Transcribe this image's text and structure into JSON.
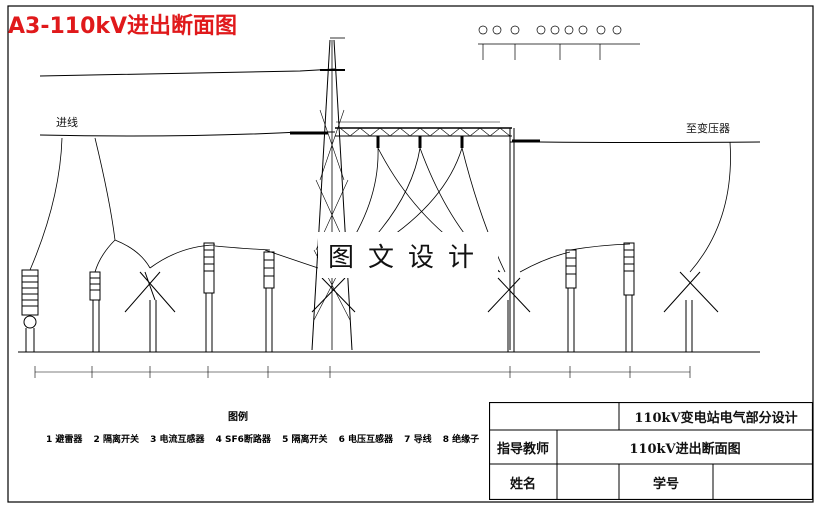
{
  "title": "A3-110kV进出断面图",
  "labels": {
    "incoming_line": "进线",
    "to_transformer": "至变压器"
  },
  "watermark": "图文设计",
  "legend": {
    "title": "图例",
    "items": [
      "1 避雷器",
      "2 隔离开关",
      "3 电流互感器",
      "4 SF6断路器",
      "5 隔离开关",
      "6 电压互感器",
      "7 导线",
      "8 绝缘子"
    ]
  },
  "title_block": {
    "project": "110kV变电站电气部分设计",
    "advisor_label": "指导教师",
    "drawing_name": "110kV进出断面图",
    "name_label": "姓名",
    "student_no_label": "学号"
  },
  "colors": {
    "title": "#e0191b",
    "line": "#000000",
    "background": "#ffffff"
  }
}
